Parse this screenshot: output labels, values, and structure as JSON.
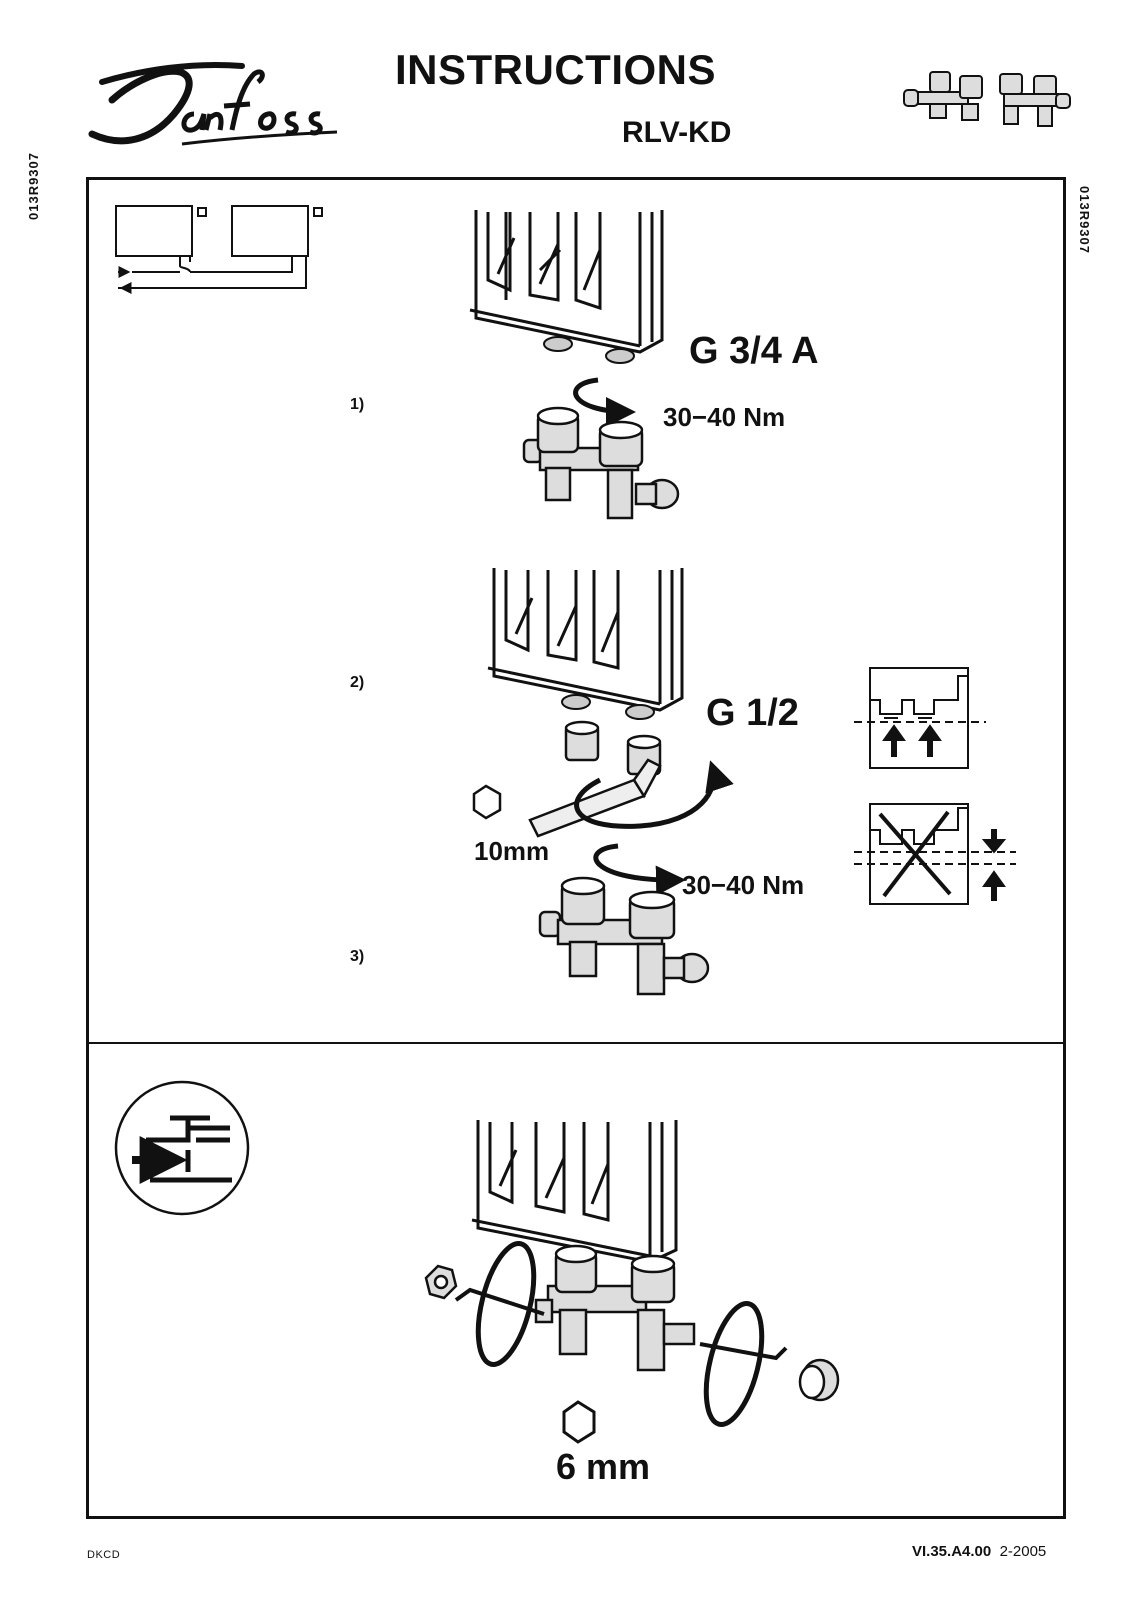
{
  "header": {
    "brand": "Danfoss",
    "title": "INSTRUCTIONS",
    "model": "RLV-KD"
  },
  "doc_code": "013R9307",
  "steps": [
    "1)",
    "2)",
    "3)"
  ],
  "labels": {
    "thread_large": "G 3/4 A",
    "torque_1": "30−40 Nm",
    "thread_small": "G 1/2",
    "hex_key_1": "10mm",
    "torque_2": "30−40 Nm",
    "hex_key_2": "6 mm"
  },
  "footer": {
    "left": "DKCD",
    "ref": "VI.35.A4.00",
    "date": "2-2005"
  },
  "icons": [
    "danfoss-logo",
    "valve-thumbnail-icon",
    "radiator-piping-diagram",
    "radiator-icon",
    "valve-icon",
    "rotate-arrow-icon",
    "hex-icon",
    "hex-key-icon",
    "correct-thread-icon",
    "incorrect-thread-icon",
    "flow-symbol-icon",
    "cap-icon",
    "nut-icon"
  ]
}
